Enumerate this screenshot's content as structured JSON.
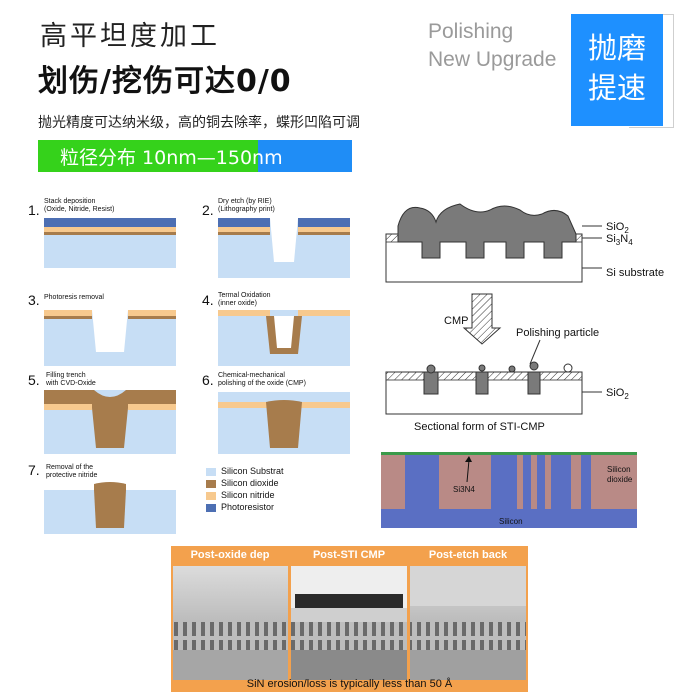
{
  "header": {
    "title_line1": "高平坦度加工",
    "title_line2": "划伤/挖伤可达0/0",
    "english_line1": "Polishing",
    "english_line2": "New Upgrade",
    "badge_line1": "抛磨",
    "badge_line2": "提速",
    "description": "抛光精度可达纳米级，高的铜去除率，蝶形凹陷可调",
    "particle_bar": "粒径分布 10nm—150nm"
  },
  "steps": [
    {
      "num": "1.",
      "label": "Stack deposition\n(Oxide, Nitride, Resist)"
    },
    {
      "num": "2.",
      "label": "Dry etch (by RIE)\n(Lithography print)"
    },
    {
      "num": "3.",
      "label": "Photoresis removal"
    },
    {
      "num": "4.",
      "label": "Termal Oxidation\n(inner oxide)"
    },
    {
      "num": "5.",
      "label": "Filling trench\nwith CVD-Oxide"
    },
    {
      "num": "6.",
      "label": "Chemical-mechanical\npolishing of the oxide (CMP)"
    },
    {
      "num": "7.",
      "label": "Removal of the\nprotective nitride"
    }
  ],
  "legend": [
    {
      "label": "Silicon Substrat",
      "color": "#c7def5"
    },
    {
      "label": "Silicon dioxide",
      "color": "#a77c4c"
    },
    {
      "label": "Silicon nitride",
      "color": "#f7c98e"
    },
    {
      "label": "Photoresistor",
      "color": "#4d6fb3"
    }
  ],
  "sti_diagram": {
    "sio2": "SiO",
    "sio2_sub": "2",
    "si3n4_a": "Si",
    "si3n4_sub1": "3",
    "si3n4_b": "N",
    "si3n4_sub2": "4",
    "si_substrate": "Si substrate",
    "cmp": "CMP",
    "polishing_particle": "Polishing particle",
    "sio2_bottom": "SiO",
    "sio2_bottom_sub": "2",
    "caption": "Sectional form of STI-CMP"
  },
  "micrograph": {
    "silicon_dioxide": "Silicon\ndioxide",
    "si3n4": "Si3N4",
    "silicon": "Silicon"
  },
  "tem": {
    "headers": [
      "Post-oxide dep",
      "Post-STI CMP",
      "Post-etch back"
    ],
    "footer": "SiN erosion/loss is typically less than 50 Å"
  }
}
